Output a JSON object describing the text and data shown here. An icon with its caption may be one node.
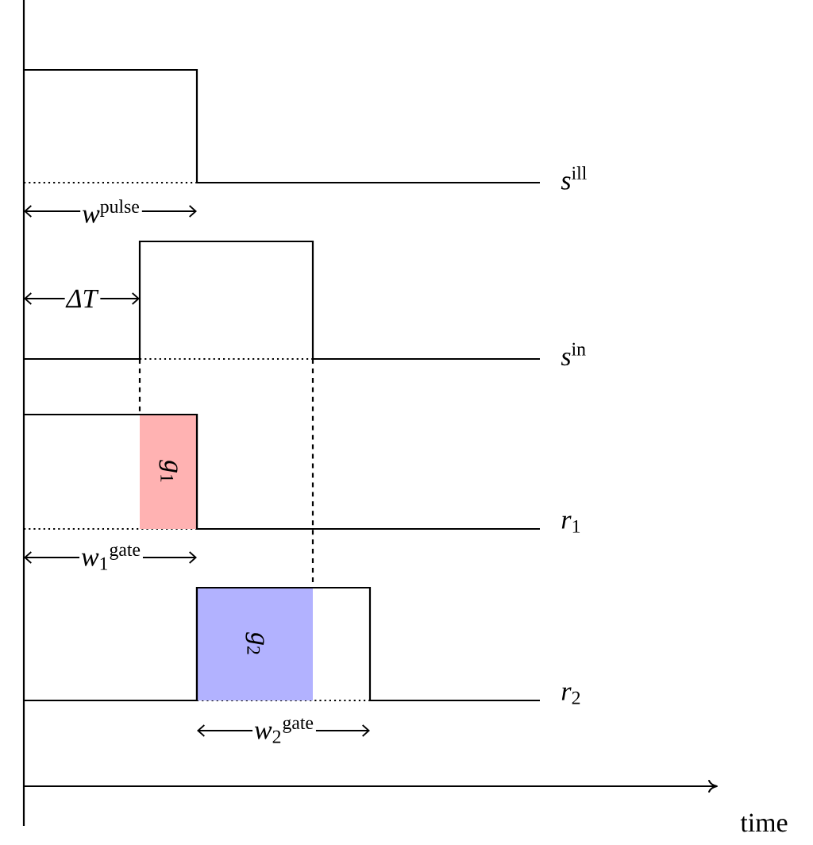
{
  "diagram": {
    "nodes": [
      {
        "text": [
          "*g*$_{1}$"
        ]
      },
      {
        "text": [
          "*g*$_{2}$"
        ]
      }
    ],
    "labels": [
      "*s*$^{ill}$",
      "*w*$^{pulse}$",
      "*ΔT*",
      "*s*$^{in}$",
      "*r*$_{1}$",
      "*w*$_{1}$$^{gate}$",
      "*r*$_{2}$",
      "*w*$_{2}$$^{gate}$",
      "time"
    ]
  }
}
